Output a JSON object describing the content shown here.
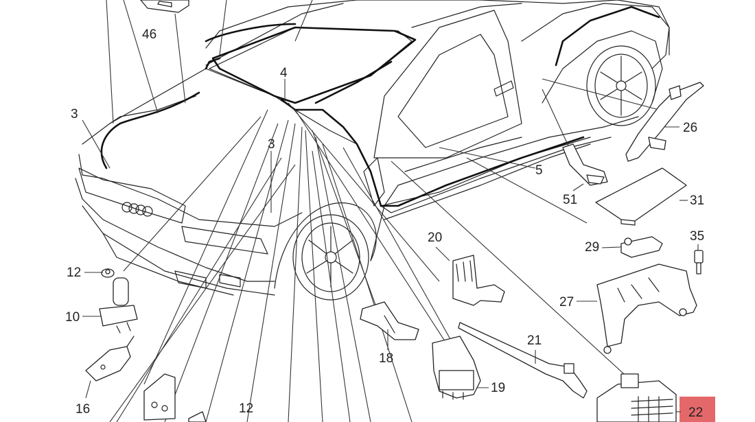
{
  "diagram": {
    "callouts": [
      {
        "id": "46",
        "text": "46"
      },
      {
        "id": "3a",
        "text": "3"
      },
      {
        "id": "4",
        "text": "4"
      },
      {
        "id": "3b",
        "text": "3"
      },
      {
        "id": "26",
        "text": "26"
      },
      {
        "id": "5",
        "text": "5"
      },
      {
        "id": "51",
        "text": "51"
      },
      {
        "id": "31",
        "text": "31"
      },
      {
        "id": "35",
        "text": "35"
      },
      {
        "id": "29",
        "text": "29"
      },
      {
        "id": "20",
        "text": "20"
      },
      {
        "id": "27",
        "text": "27"
      },
      {
        "id": "12a",
        "text": "12"
      },
      {
        "id": "10",
        "text": "10"
      },
      {
        "id": "16",
        "text": "16"
      },
      {
        "id": "18",
        "text": "18"
      },
      {
        "id": "21",
        "text": "21"
      },
      {
        "id": "19",
        "text": "19"
      },
      {
        "id": "12b",
        "text": "12"
      },
      {
        "id": "22",
        "text": "22",
        "highlighted": true
      }
    ],
    "highlight_color": "#e4686a"
  }
}
